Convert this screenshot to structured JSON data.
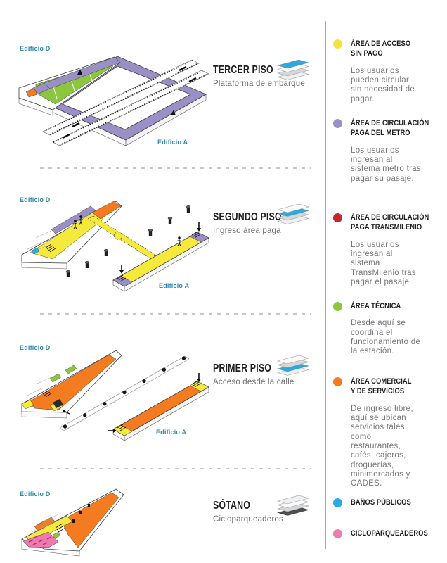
{
  "sections": [
    {
      "title": "TERCER PISO",
      "subtitle": "Plataforma de embarque",
      "building_d": "Edificio D",
      "building_a": "Edificio A",
      "layer_color": "#29ABE2"
    },
    {
      "title": "SEGUNDO PISO",
      "subtitle": "Ingreso área paga",
      "building_d": "Edificio D",
      "building_a": "Edificio A",
      "layer_color": "#29ABE2"
    },
    {
      "title": "PRIMER PISO",
      "subtitle": "Acceso desde la calle",
      "building_d": "Edificio D",
      "building_a": "Edificio A",
      "layer_color": "#29ABE2"
    },
    {
      "title": "SÓTANO",
      "subtitle": "Cicloparqueaderos",
      "building_d": "Edificio D",
      "layer_color": "#4D4D4F"
    }
  ],
  "legend": {
    "items": [
      {
        "color": "#F5E33C",
        "title": "ÁREA DE ACCESO\nSIN PAGO",
        "description": "Los usuarios pueden circular sin necesidad de pagar."
      },
      {
        "color": "#9B90C6",
        "title": "ÁREA DE CIRCULACIÓN\nPAGA DEL METRO",
        "description": "Los usuarios ingresan al sistema metro tras pagar su pasaje."
      },
      {
        "color": "#C1272D",
        "title": "ÁREA DE CIRCULACIÓN\nPAGA TRANSMILENIO",
        "description": "Los usuarios ingresan al sistema TransMilenio tras pagar el pasaje."
      },
      {
        "color": "#8CC63F",
        "title": "ÁREA TÉCNICA",
        "description": "Desde aquí se coordina el funcionamiento de la estación."
      },
      {
        "color": "#F47B20",
        "title": "ÁREA COMERCIAL\nY DE SERVICIOS",
        "description": "De ingreso libre, aquí se ubican servicios tales como restaurantes, cafés, cajeros, droguerías, minimercados y CADES."
      },
      {
        "color": "#29ABE2",
        "title": "BAÑOS PÚBLICOS",
        "description": ""
      },
      {
        "color": "#EE7BAE",
        "title": "CICLOPARQUEADEROS",
        "description": ""
      }
    ]
  },
  "palette": {
    "yellow": "#F5E93C",
    "purple": "#9B90C6",
    "red": "#C1272D",
    "green": "#8CC63F",
    "orange": "#F47B20",
    "blue": "#29ABE2",
    "pink": "#EE7BAE",
    "dark_layer": "#4D4D4F",
    "building_label": "#2F87AD"
  }
}
